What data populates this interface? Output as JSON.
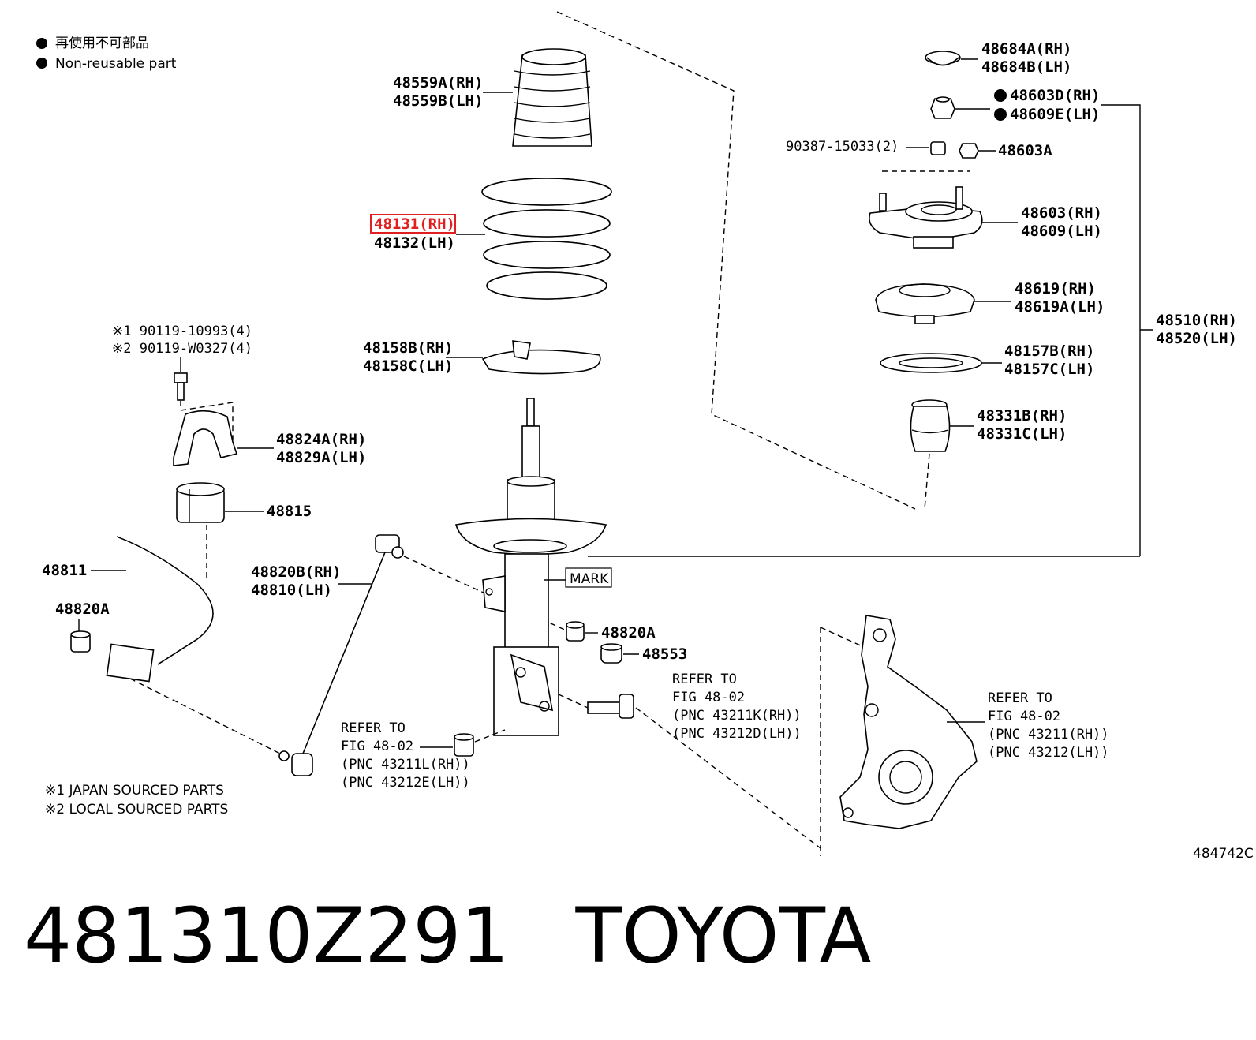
{
  "legend": {
    "jp": "再使用不可部品",
    "en": "Non-reusable part"
  },
  "labels": {
    "l48559": [
      "48559A(RH)",
      "48559B(LH)"
    ],
    "l48131": [
      "48131(RH)",
      "48132(LH)"
    ],
    "l48158": [
      "48158B(RH)",
      "48158C(LH)"
    ],
    "l90119": [
      "※1 90119-10993(4)",
      "※2 90119-W0327(4)"
    ],
    "l48824": [
      "48824A(RH)",
      "48829A(LH)"
    ],
    "l48815": "48815",
    "l48811": "48811",
    "l48820A_left": "48820A",
    "l48820B": [
      "48820B(RH)",
      "48810(LH)"
    ],
    "mark": "MARK",
    "l48820A_mid": "48820A",
    "l48553": "48553",
    "refer_mid": [
      "REFER TO",
      "FIG 48-02",
      "(PNC 43211K(RH))",
      "(PNC 43212D(LH))"
    ],
    "refer_left": [
      "REFER TO",
      "FIG 48-02",
      "(PNC 43211L(RH))",
      "(PNC 43212E(LH))"
    ],
    "refer_right": [
      "REFER TO",
      "FIG 48-02",
      "(PNC 43211(RH))",
      "(PNC 43212(LH))"
    ],
    "sourced": [
      "※1 JAPAN SOURCED PARTS",
      "※2 LOCAL SOURCED PARTS"
    ],
    "l48684": [
      "48684A(RH)",
      "48684B(LH)"
    ],
    "l48603D": [
      "48603D(RH)",
      "48609E(LH)"
    ],
    "l90387": "90387-15033(2)",
    "l48603A": "48603A",
    "l48603": [
      "48603(RH)",
      "48609(LH)"
    ],
    "l48619": [
      "48619(RH)",
      "48619A(LH)"
    ],
    "l48157": [
      "48157B(RH)",
      "48157C(LH)"
    ],
    "l48331": [
      "48331B(RH)",
      "48331C(LH)"
    ],
    "l48510": [
      "48510(RH)",
      "48520(LH)"
    ],
    "figure_code": "484742C"
  },
  "footer": {
    "part_number": "481310Z291",
    "brand": "TOYOTA"
  },
  "colors": {
    "highlight": "#e02020",
    "ink": "#000000"
  }
}
